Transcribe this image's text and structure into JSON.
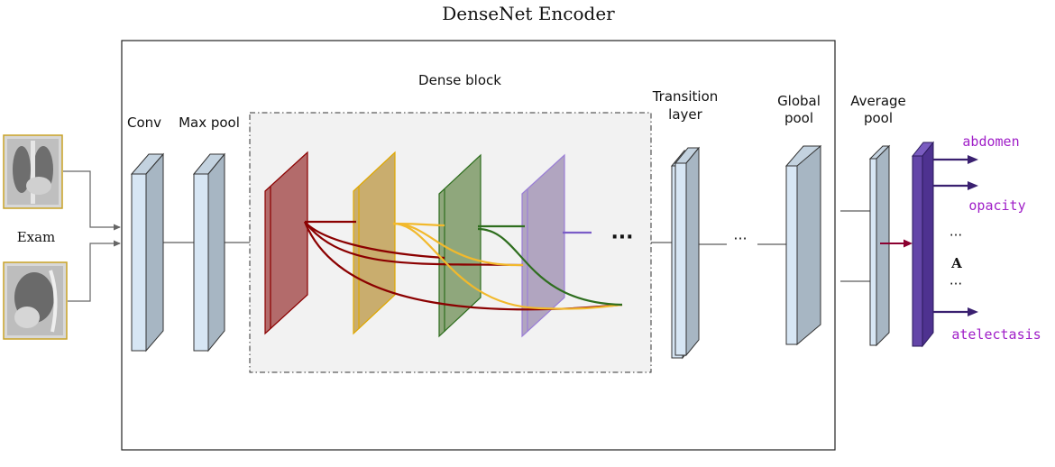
{
  "title": "DenseNet Encoder",
  "input": {
    "label": "Exam"
  },
  "stages": {
    "conv": "Conv",
    "max_pool": "Max pool",
    "dense_block": "Dense block",
    "transition": [
      "Transition",
      "layer"
    ],
    "global_pool": [
      "Global",
      "pool"
    ],
    "average_pool": [
      "Average",
      "pool"
    ]
  },
  "ellipsis": {
    "dense": "···",
    "between": "···",
    "labels_top": "···",
    "labels_bottom": "···"
  },
  "output": {
    "labels": [
      "abdomen",
      "opacity",
      "atelectasis"
    ],
    "matrix_label": "A"
  },
  "colors": {
    "box_stroke": "#222222",
    "gray_layer": "#a7b6c3",
    "gray_layer_front": "#d7e6f4",
    "red": "#b36b6b",
    "red_dark": "#8b0000",
    "yellow": "#c9ad6e",
    "yellow_line": "#f2b92c",
    "green": "#8fa77c",
    "green_dark": "#2e6e1e",
    "lavender": "#b1a5c0",
    "purple": "#5e3f97",
    "label_purple": "#a020c8",
    "dense_bg": "#f2f2f2"
  }
}
